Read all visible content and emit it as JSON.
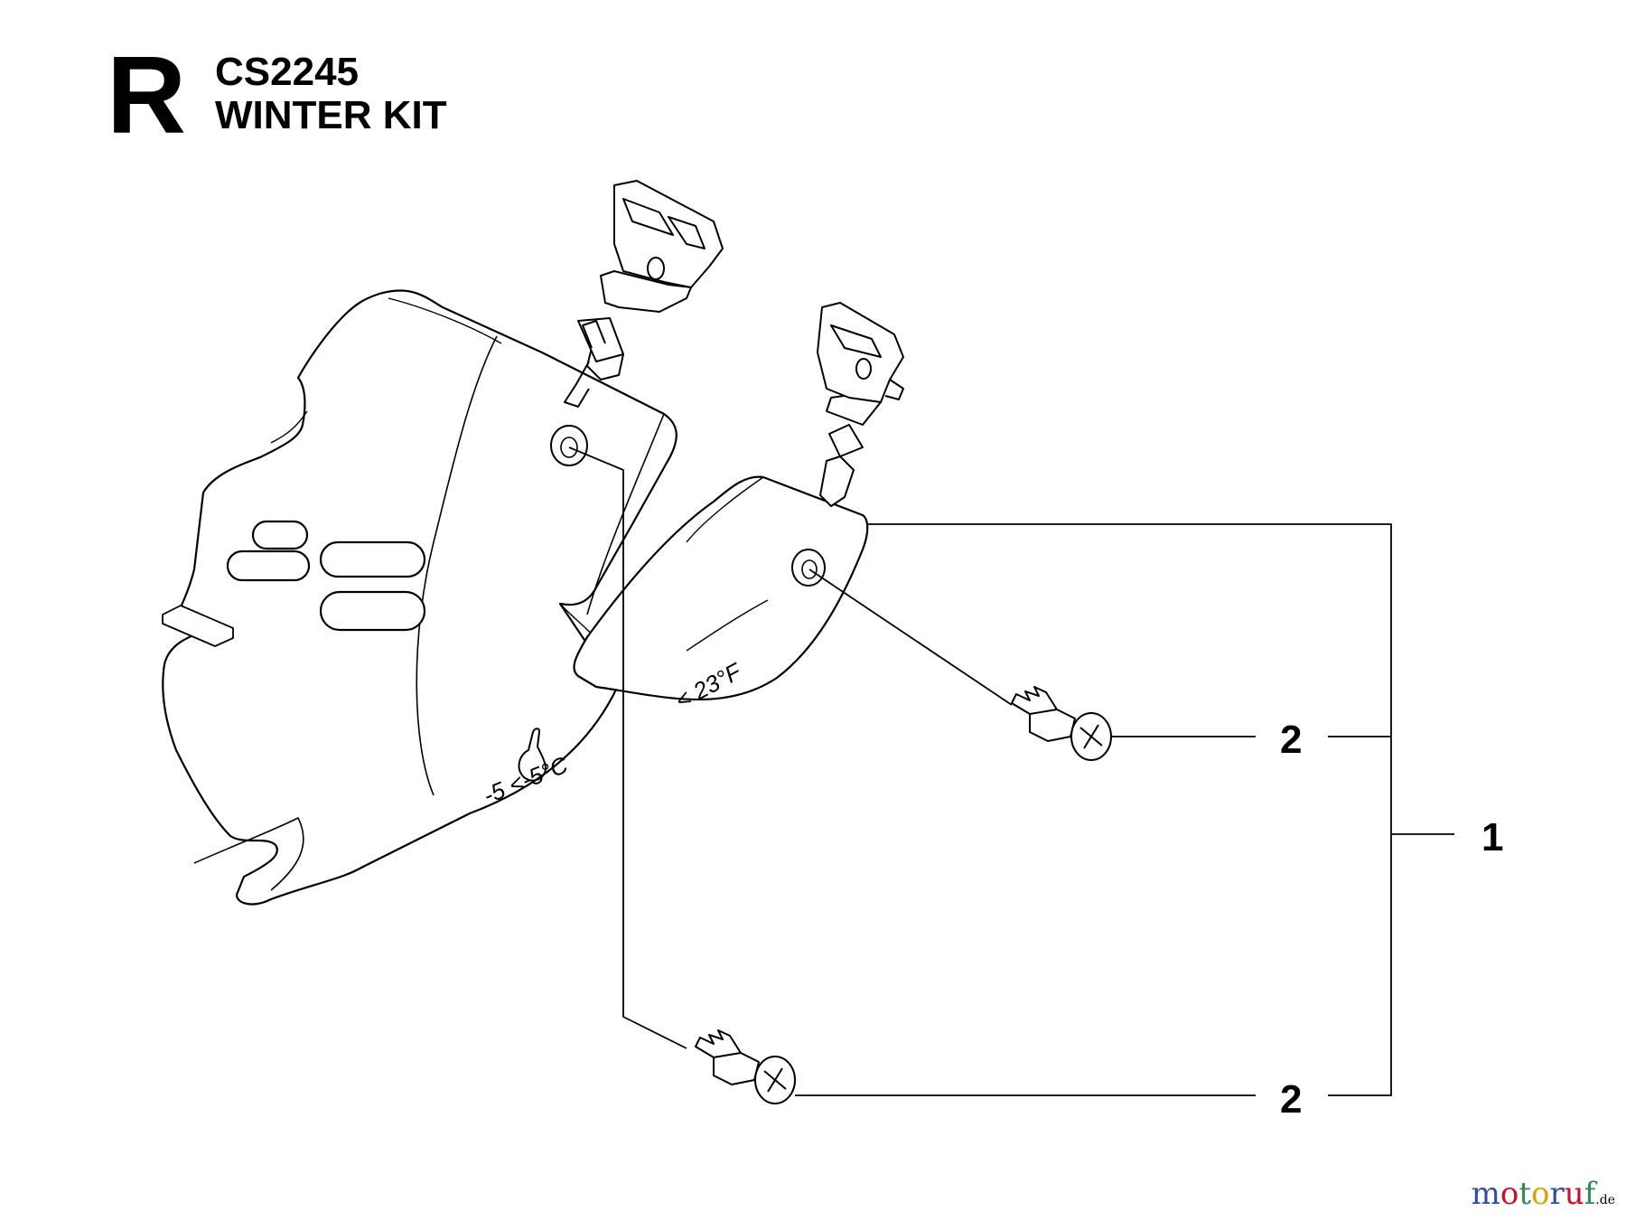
{
  "header": {
    "section_letter": "R",
    "model": "CS2245",
    "title": "WINTER KIT"
  },
  "callouts": {
    "part_1": "1",
    "part_2_upper": "2",
    "part_2_lower": "2"
  },
  "panel_markings": {
    "temp_c": "-5 <-5°C",
    "temp_f": "< 23°F"
  },
  "watermark": {
    "brand": "motoruf",
    "suffix": ".de",
    "colors": [
      "#2e4da6",
      "#c8102e",
      "#2e8b57",
      "#e0a000"
    ]
  }
}
